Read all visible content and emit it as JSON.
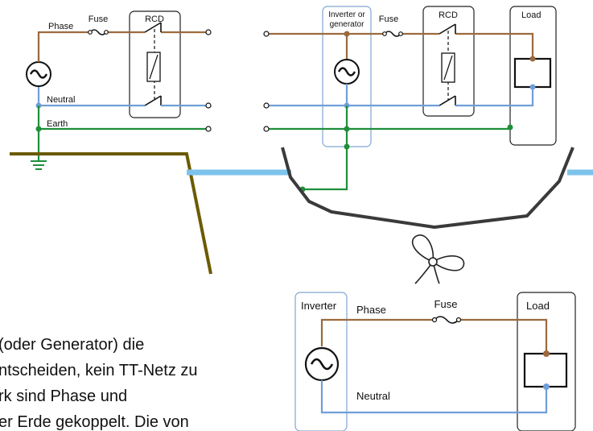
{
  "top_left": {
    "phase": "Phase",
    "fuse": "Fuse",
    "rcd": "RCD",
    "neutral": "Neutral",
    "earth": "Earth"
  },
  "top_right": {
    "inverter_line1": "Inverter or",
    "inverter_line2": "generator",
    "fuse": "Fuse",
    "rcd": "RCD",
    "load": "Load"
  },
  "bottom": {
    "inverter": "Inverter",
    "phase": "Phase",
    "fuse": "Fuse",
    "load": "Load",
    "neutral": "Neutral"
  },
  "body_text": {
    "line1": "(oder Generator) die",
    "line2": "ntscheiden, kein TT-Netz zu",
    "line3": "rk sind Phase und",
    "line4": "er Erde gekoppelt. Die von"
  },
  "colors": {
    "phase": "#9b6a3d",
    "neutral": "#6f9fd8",
    "earth": "#1f8f3a",
    "water": "#7ec3ec",
    "ground": "#6b5a00"
  }
}
